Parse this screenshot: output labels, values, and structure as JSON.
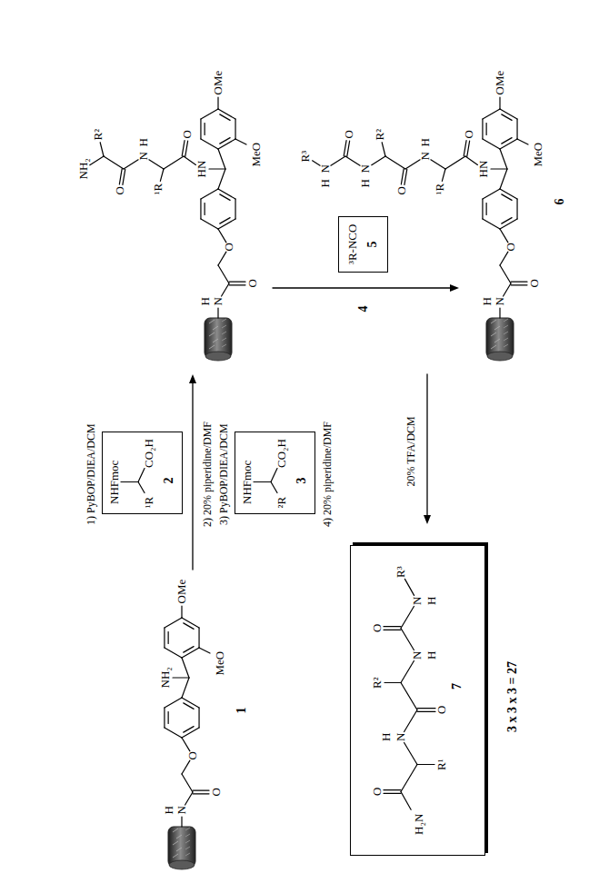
{
  "diagram": {
    "nodes": [
      {
        "text": [
          "NHFmoc",
          "¹R",
          "CO₂H",
          "2"
        ]
      },
      {
        "text": [
          "NHFmoc",
          "²R",
          "CO₂H",
          "3"
        ]
      },
      {
        "text": [
          "³R-NCO",
          "5"
        ]
      },
      {
        "text": [
          "H₂N",
          "O",
          "R¹",
          "H",
          "N",
          "O",
          "R²",
          "N",
          "H",
          "O",
          "N",
          "H",
          "R³",
          "7"
        ]
      }
    ],
    "labels": [
      "H",
      "N",
      "O",
      "O",
      "NH₂",
      "MeO",
      "OMe",
      "1",
      "1) PyBOP/DIEA/DCM",
      "2) 20% piperidine/DMF",
      "3) PyBOP/DIEA/DCM",
      "4) 20% piperidine/DMF",
      "H",
      "N",
      "O",
      "O",
      "HN",
      "O",
      "¹R",
      "N",
      "H",
      "O",
      "R²",
      "NH₂",
      "MeO",
      "OMe",
      "4",
      "H",
      "N",
      "O",
      "O",
      "HN",
      "O",
      "¹R",
      "N",
      "H",
      "O",
      "R²",
      "N",
      "H",
      "O",
      "N",
      "H",
      "R³",
      "MeO",
      "OMe",
      "6",
      "20% TFA/DCM",
      "3 x 3 x 3 = 27"
    ]
  }
}
